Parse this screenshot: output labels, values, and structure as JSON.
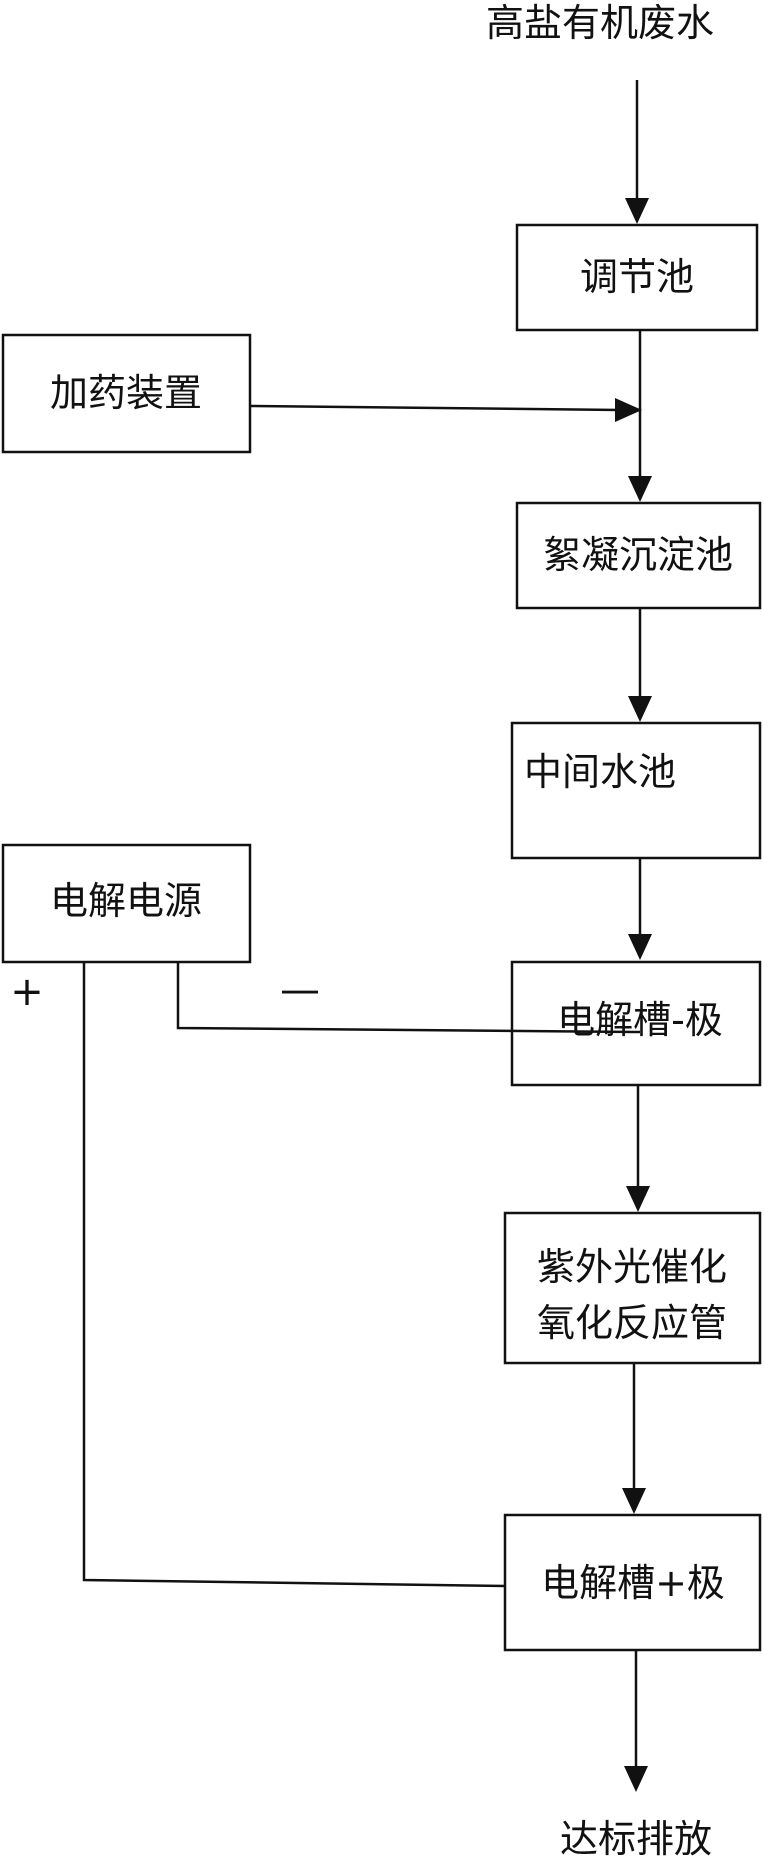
{
  "title": "高盐有机废水",
  "nodes": {
    "regulating_tank": "调节池",
    "dosing_device": "加药装置",
    "flocculation_tank": "絮凝沉淀池",
    "intermediate_tank": "中间水池",
    "power_supply": "电解电源",
    "cathode_cell": "电解槽-极",
    "uv_reactor_line1": "紫外光催化",
    "uv_reactor_line2": "氧化反应管",
    "anode_cell": "电解槽+极"
  },
  "output": "达标排放",
  "polarity": {
    "positive": "+",
    "negative": "—"
  }
}
